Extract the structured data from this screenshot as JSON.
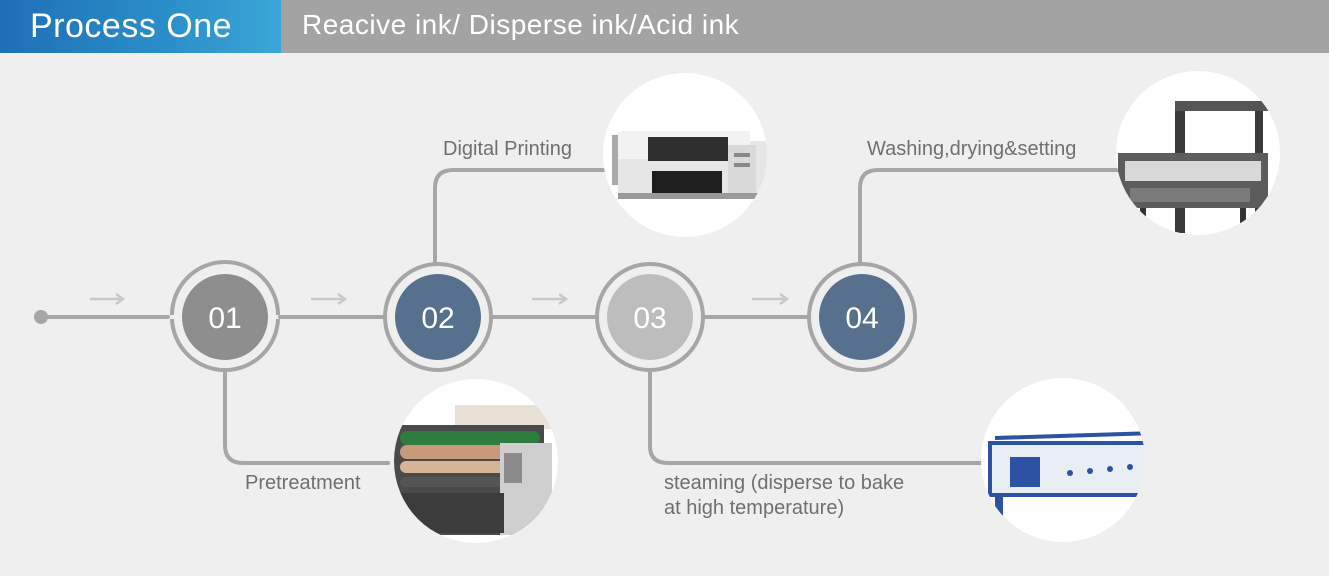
{
  "header": {
    "title": "Process One",
    "subtitle": "Reacive ink/ Disperse ink/Acid ink"
  },
  "steps": [
    {
      "number": "01",
      "label": "Pretreatment",
      "color": "#8e8e8e"
    },
    {
      "number": "02",
      "label": "Digital Printing",
      "color": "#56708e"
    },
    {
      "number": "03",
      "label_line1": "steaming (disperse to bake",
      "label_line2": "at high temperature)",
      "color": "#bdbdbd"
    },
    {
      "number": "04",
      "label": "Washing,drying&setting",
      "color": "#56708e"
    }
  ],
  "colors": {
    "header_accent": "#2a8fc9",
    "header_bar": "#a3a3a3",
    "line": "#a6a6a6",
    "arrow": "#c9c9c9",
    "background": "#efefef"
  },
  "icons": {
    "pretreatment": "pretreatment-machine-icon",
    "printer": "digital-printer-icon",
    "steamer": "steamer-machine-icon",
    "washer": "washing-machine-icon"
  }
}
